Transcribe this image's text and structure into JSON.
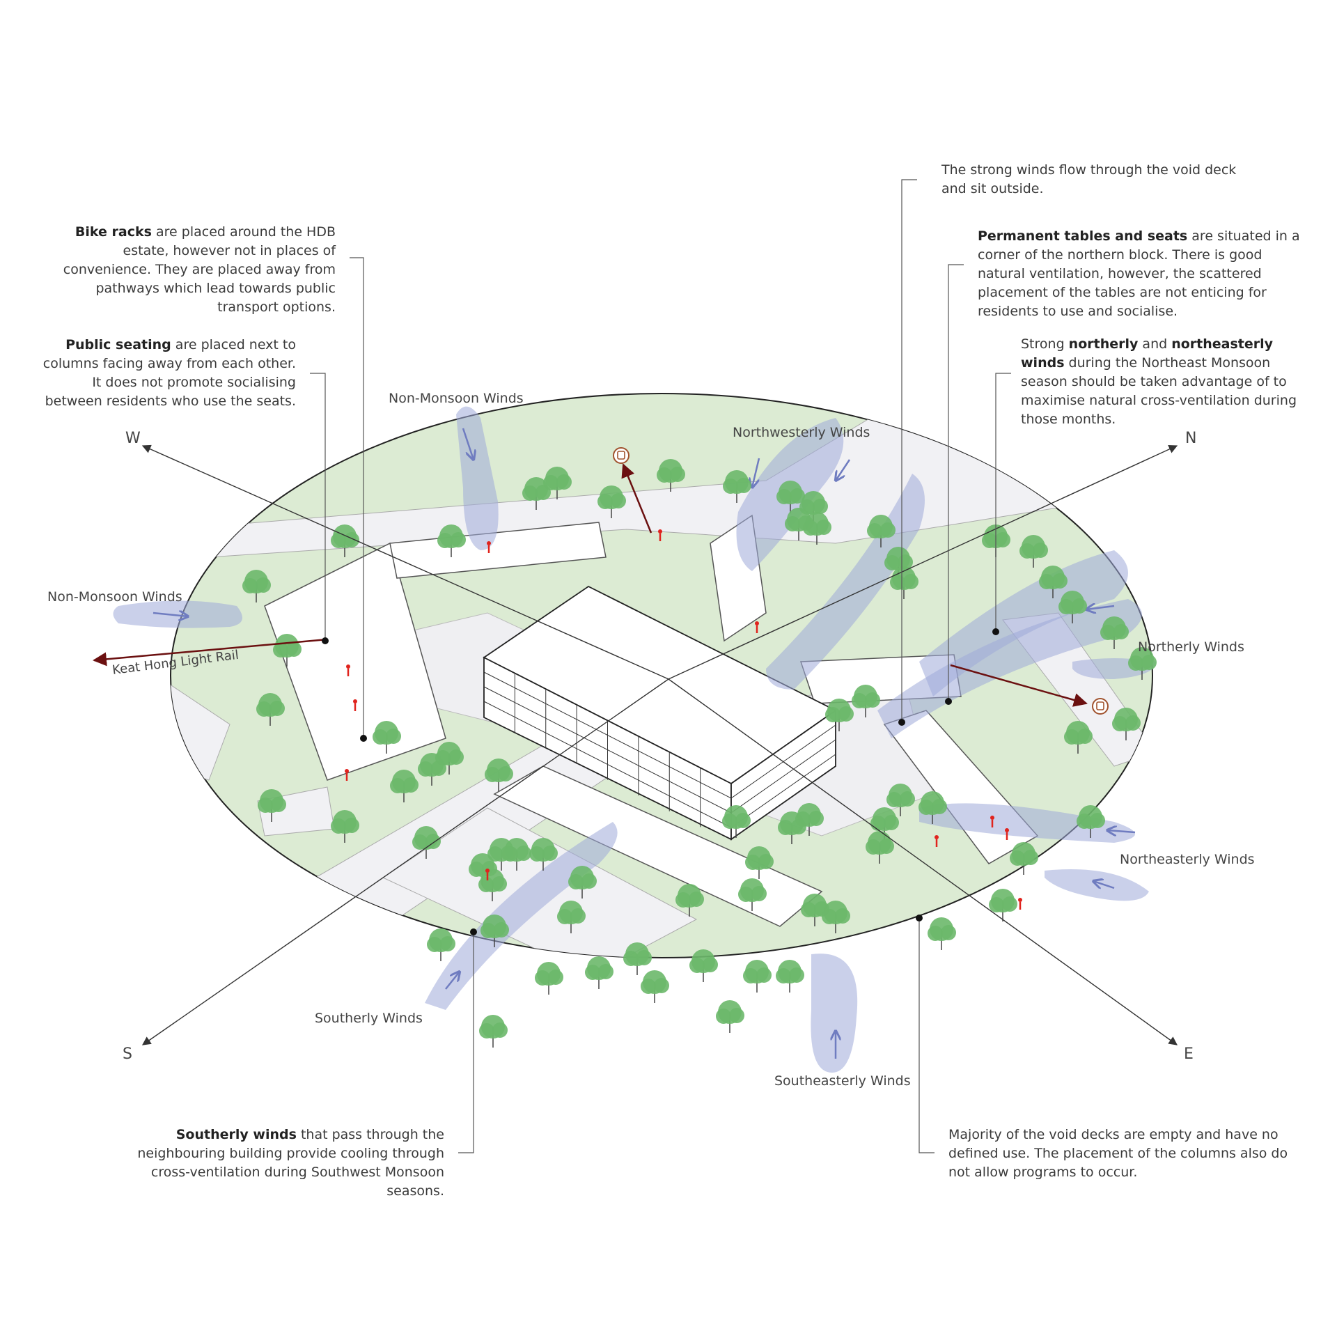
{
  "compass": {
    "west": "W",
    "north": "N",
    "south": "S",
    "east": "E"
  },
  "wind_labels": {
    "non_monsoon_top": "Non-Monsoon Winds",
    "non_monsoon_left": "Non-Monsoon Winds",
    "northwesterly": "Northwesterly Winds",
    "northerly": "Northerly Winds",
    "northeasterly": "Northeasterly Winds",
    "southerly": "Southerly Winds",
    "southeasterly": "Southeasterly Winds"
  },
  "rail_label": "Keat Hong Light Rail",
  "notes": {
    "bike_racks": {
      "bold": "Bike racks",
      "text": " are placed around the HDB estate, however not in places of convenience. They are placed away from pathways which lead towards public transport options."
    },
    "public_seating": {
      "bold": "Public seating",
      "text": " are placed next to columns facing away from each other. It does not promote socialising between residents who use the seats."
    },
    "strong_winds": {
      "text": "The strong winds flow through the void deck and sit outside."
    },
    "permanent_tables": {
      "bold": "Permanent tables and seats",
      "text": " are situated in a corner of the northern block. There is good natural ventilation, however, the scattered placement of the tables are not enticing for residents to use and socialise."
    },
    "northerly_winds": {
      "pre": "Strong ",
      "bold1": "northerly",
      "mid": " and ",
      "bold2": "northeasterly winds",
      "text": " during the Northeast Monsoon season should be taken advantage of to maximise natural cross-ventilation during those months."
    },
    "southerly_winds": {
      "bold": "Southerly winds",
      "text": " that pass through the neighbouring building provide cooling through cross-ventilation during Southwest Monsoon seasons."
    },
    "void_decks": {
      "text": "Majority of the void decks are empty and have no defined use. The placement of the columns also do not allow programs to occur."
    }
  },
  "colors": {
    "ground": "#dcebd3",
    "road": "#f1f1f4",
    "wind": "#9fa9d8",
    "tree": "#6cb86a",
    "rail": "#6b1010",
    "person": "#e0231d"
  }
}
